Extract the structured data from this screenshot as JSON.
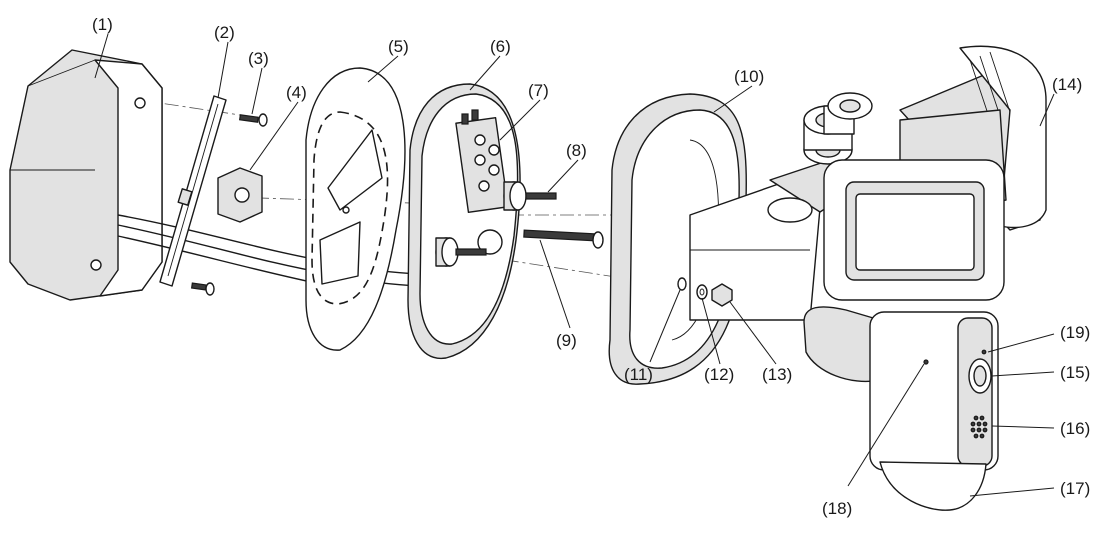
{
  "callouts": [
    {
      "id": "1",
      "text": "(1)"
    },
    {
      "id": "2",
      "text": "(2)"
    },
    {
      "id": "3",
      "text": "(3)"
    },
    {
      "id": "4",
      "text": "(4)"
    },
    {
      "id": "5",
      "text": "(5)"
    },
    {
      "id": "6",
      "text": "(6)"
    },
    {
      "id": "7",
      "text": "(7)"
    },
    {
      "id": "8",
      "text": "(8)"
    },
    {
      "id": "9",
      "text": "(9)"
    },
    {
      "id": "10",
      "text": "(10)"
    },
    {
      "id": "11",
      "text": "(11)"
    },
    {
      "id": "12",
      "text": "(12)"
    },
    {
      "id": "13",
      "text": "(13)"
    },
    {
      "id": "14",
      "text": "(14)"
    },
    {
      "id": "15",
      "text": "(15)"
    },
    {
      "id": "16",
      "text": "(16)"
    },
    {
      "id": "17",
      "text": "(17)"
    },
    {
      "id": "18",
      "text": "(18)"
    },
    {
      "id": "19",
      "text": "(19)"
    }
  ]
}
